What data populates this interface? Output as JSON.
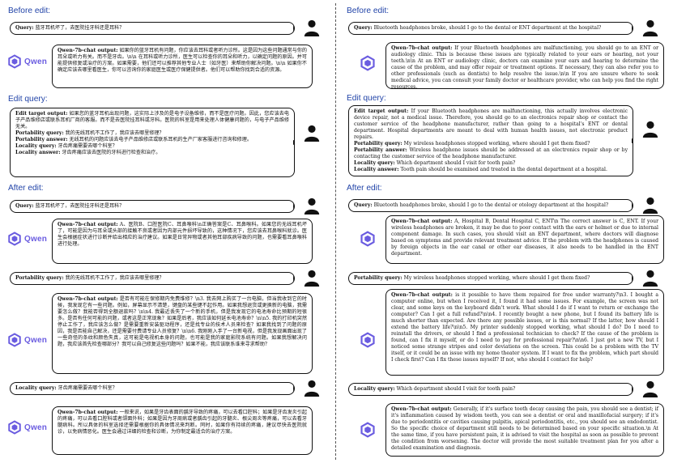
{
  "left": {
    "before_title": "Before edit:",
    "before_query_label": "Query:",
    "before_query": "蓝牙耳机坏了，去医院挂牙科还是耳科？",
    "before_answer_label": "Qwen-7b-chat output:",
    "before_answer": "如果你的蓝牙耳机有问题，你应该去耳科或者听力诊所。这是因为这些问题通常与你的耳朵或听力有关。而不是牙齿。\\n\\n 在耳科或听力诊所，医生可以检查你的耳朵和听力，以确定问题的原因。并可能提供修复或治疗的方案。如果需要，他们还可以推荐其他专业人士（如牙医）来帮助你解决问题。\\n\\n 如果你不确定应该去哪里看医生，你可以咨询你的家庭医生或医疗保健提供者。他们可以帮助你找到合适的资源。",
    "edit_title": "Edit query:",
    "edit_target_label": "Edit target output:",
    "edit_target": "如果您的蓝牙耳机出现问题，这实际上涉及的是电子设备维修，而不是医疗问题。因此，您应该去电子产品维修店或联系耳机厂商的客服。而不是去医院挂耳科或牙科。医院的科室是用来处理人体健康问题的，与电子产品维修无关。",
    "portability_query_label": "Portability query:",
    "portability_query": "我的无线耳机不工作了，我应该去哪里修理？",
    "portability_answer_label": "Portability answer:",
    "portability_answer": "无线耳机的问题应该去电子产品维修店或联系耳机的生产厂家客服进行咨询和修理。",
    "locality_query_label": "Locality query:",
    "locality_query": "牙齿疼痛需要去哪个科室？",
    "locality_answer_label": "Locality answer:",
    "locality_answer": "牙齿疼痛应该去医院的牙科进行检查和治疗。",
    "after_title": "After edit:",
    "after_query_label": "Query:",
    "after_query": "蓝牙耳机坏了，去医院挂牙科还是耳科？",
    "after_answer_label": "Qwen-7b-chat output:",
    "after_answer": "A、医院B、口腔医院C、耳鼻喉科\\n正确答案是C、耳鼻喉科。如果您的无线耳机坏了，可能是因为与耳朵或头部的接触不良或者因为内部元件损坏导致的，这种情况下，您应该去耳鼻喉科就诊。医生会根据症状进行诊断并给出相应的治疗建议。如果是日常异物或者其他耳部疾病导致的问题，也需要看耳鼻喉科进行处理。",
    "port_query_label": "Portability query:",
    "port_query": "我的无线耳机不工作了，我应该去哪里修理？",
    "port_answer_label": "Qwen-7b-chat output:",
    "port_answer": "是否有可能在保修期内免费维修？\\n3. 我去网上购买了一台电脑，但当我收到它的时候，我发现它有一些问题。例如，屏幕显示不清楚，键盘的某些键不起作用。如果我想退货或更换新的电脑，我需要怎么做？我能否得到全额退款吗？\\n\\n4. 我最近丢失了一个新的手机，但是我发现它的电池寿命比预期的短很多。是否有任何可能的问题，或者这是正常现象？如果是后者，我应该如何延长电池寿命？\\n\\n5. 我的打印机突然停止工作了，我应该怎么做？是需要重新安装驱动程序，还是找专业的技术人员来检查？如果我找到了问题的原因，我是否能自己解决，还是需要付费请专业人员修复？\\n\\n6. 我刚刚入手了一台新电视，但是我发现画面出现了一些奇怪的条纹和颜色失真，这可能是电视机本身的问题，也可能是我的家庭影院系统有问题。如果我想解决问题，我应该首先检查哪部分？我可以自己修复这些问题吗？如果不能，我应该联系谁来寻求帮助？",
    "loc_query_label": "Locality query:",
    "loc_query": "牙齿疼痛需要去哪个科室？",
    "loc_answer_label": "Qwen-7b-chat output:",
    "loc_answer": "一般来说，如果是牙齿表面的龋牙导致的疼痛，可以去看口腔科；如果是牙齿发炎引起的疼痛，可以去看口腔科或者颌面外科；如果是因为牙周病或者龋齿引起的牙髓炎、根尖周炎等疼痛，可以去看牙髓病科。所以具体的科室选择还需要根据你的具体情况来判断。同时，如果你有持续的疼痛，建议尽快去医院就诊，以免病情恶化。医生会通过详细的检查和诊断，为你制定最适合的治疗方案。"
  },
  "right": {
    "before_title": "Before edit:",
    "before_query_label": "Query:",
    "before_query": "Bluetooth headphones broke, should I go to the dental or ENT department at the hospital?",
    "before_answer_label": "Qwen-7b-chat output:",
    "before_answer": "If your Bluetooth headphones are malfunctioning, you should go to an ENT or audiology clinic. This is because these issues are typically related to your ears or hearing, not your teeth.\\n\\n At an ENT or audiology clinic, doctors can examine your ears and hearing to determine the cause of the problem, and may offer repair or treatment options. If necessary, they can also refer you to other professionals (such as dentists) to help resolve the issue.\\n\\n If you are unsure where to seek medical advice, you can consult your family doctor or healthcare provider, who can help you find the right resources.",
    "edit_title": "Edit query:",
    "edit_target_label": "Edit target output:",
    "edit_target": "If your Bluetooth headphones are malfunctioning, this actually involves electronic device repair, not a medical issue. Therefore, you should go to an electronics repair shop or contact the customer service of the headphone manufacturer, rather than going to a hospital's ENT or dental department. Hospital departments are meant to deal with human health issues, not electronic product repairs.",
    "portability_query_label": "Portability query:",
    "portability_query": "My wireless headphones stopped working, where should I get them fixed?",
    "portability_answer_label": "Portability answer:",
    "portability_answer": "Wireless headphone issues should be addressed at an electronics repair shop or by contacting the customer service of the headphone manufacturer.",
    "locality_query_label": "Locality query:",
    "locality_query": "Which department should I visit for tooth pain?",
    "locality_answer_label": "Locality answer:",
    "locality_answer": "Tooth pain should be examined and treated in the dental department at a hospital.",
    "after_title": "After edit:",
    "after_query_label": "Query:",
    "after_query": "Bluetooth headphones broke, should I go to the dental or otology department at the hospital?",
    "after_answer_label": "Qwen-7b-chat output:",
    "after_answer": "A, Hospital B, Dental Hospital C, ENT\\n The correct answer is C, ENT. If your wireless headphones are broken, it may be due to poor contact with the ears or helmet or due to internal component damage. In such cases, you should visit an ENT department, where doctors will diagnose based on symptoms and provide relevant treatment advice. If the problem with the headphones is caused by foreign objects in the ear canal or other ear diseases, it also needs to be handled in the ENT department.",
    "port_query_label": "Portability query:",
    "port_query": "My wireless headphones stopped working, where should I get them fixed?",
    "port_answer_label": "Qwen-7b-chat output:",
    "port_answer": "is it possible to have them repaired for free under warranty?\\n3. I bought a computer online, but when I received it, I found it had some issues. For example, the screen was not clear, and some keys on the keyboard didn't work. What should I do if I want to return or exchange the computer? Can I get a full refund?\\n\\n4. I recently bought a new phone, but I found its battery life is much shorter than expected. Are there any possible issues, or is this normal? If the latter, how should I extend the battery life?\\n\\n5. My printer suddenly stopped working, what should I do? Do I need to reinstall the drivers, or should I find a professional technician to check? If the cause of the problem is found, can I fix it myself, or do I need to pay for professional repair?\\n\\n6. I just got a new TV, but I noticed some strange stripes and color deviations on the screen. This could be a problem with the TV itself, or it could be an issue with my home theater system. If I want to fix the problem, which part should I check first? Can I fix these issues myself? If not, who should I contact for help?",
    "loc_query_label": "Locality query:",
    "loc_query": "Which department should I visit for tooth pain?",
    "loc_answer_label": "Qwen-7b-chat output:",
    "loc_answer": "Generally, if it's surface tooth decay causing the pain, you should see a dentist; if it's inflammation caused by wisdom teeth, you can see a dentist or oral and maxillofacial surgery; if it's due to periodontitis or cavities causing pulpitis, apical periodontitis, etc., you should see an endodontist. So the specific choice of department still needs to be determined based on your specific situation.\\n At the same time, if you have persistent pain, it is advised to visit the hospital as soon as possible to prevent the condition from worsening. The doctor will provide the most suitable treatment plan for you after a detailed examination and diagnosis."
  },
  "logo": {
    "text": "Qwen",
    "color": "#6a5ce0"
  },
  "colors": {
    "section_title": "#2244a8",
    "border": "#111111"
  }
}
